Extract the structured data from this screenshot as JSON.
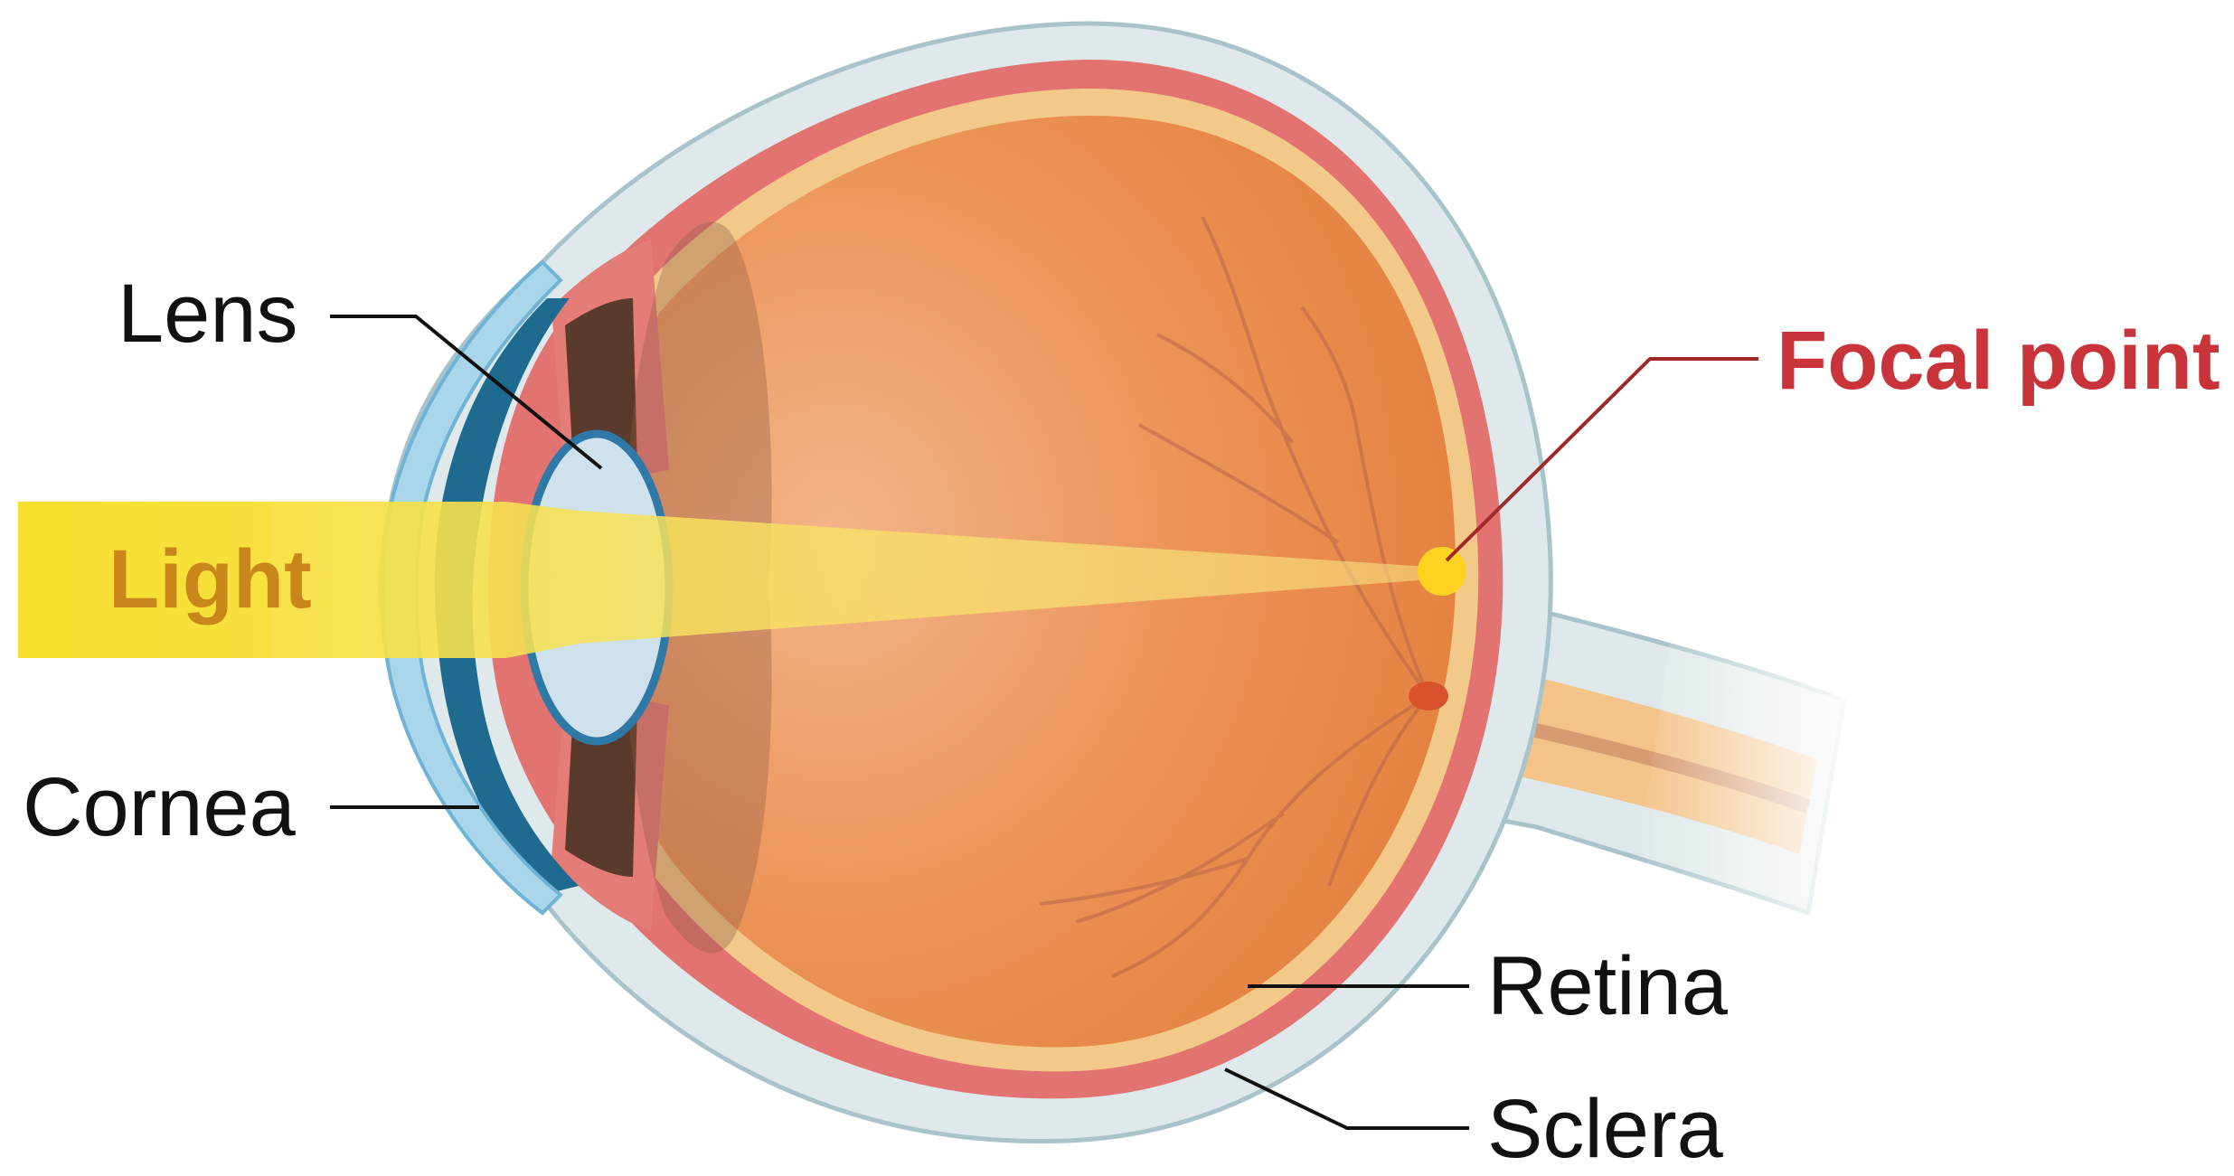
{
  "labels": {
    "lens": "Lens",
    "light": "Light",
    "cornea": "Cornea",
    "focal_point": "Focal point",
    "retina": "Retina",
    "sclera": "Sclera"
  },
  "colors": {
    "label_text": "#111111",
    "light_label": "#c8861b",
    "focal_label": "#c9343a",
    "leader_line": "#111111",
    "focal_leader": "#a02828",
    "light_beam": "#f6df3a",
    "focal_dot": "#ffd21f",
    "sclera": "#dfe8ea",
    "sclera_outline": "#a9c3ca",
    "choroid": "#e27370",
    "retina": "#f3c98a",
    "vitreous": "#e9884c",
    "vitreous_center": "#f3b489",
    "cornea": "#a9d6ea",
    "aqueous": "#1e6b8f",
    "lens": "#cfe1ec",
    "lens_outline": "#2f79a6",
    "ciliary": "#5a3a2a",
    "optic_nerve": "#f4c389"
  },
  "icons": {
    "eye": "eye-cross-section-icon"
  }
}
